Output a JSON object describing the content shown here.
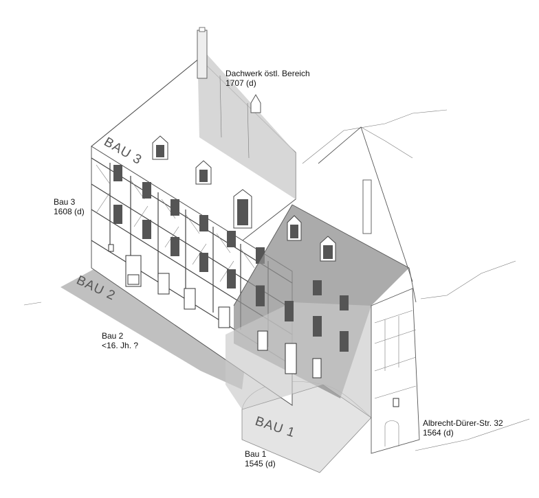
{
  "annotations": {
    "dachwerk": {
      "title": "Dachwerk östl. Bereich",
      "date": "1707 (d)"
    },
    "bau3": {
      "title": "Bau 3",
      "date": "1608 (d)"
    },
    "bau2": {
      "title": "Bau 2",
      "date": "<16. Jh. ?"
    },
    "bau1": {
      "title": "Bau 1",
      "date": "1545 (d)"
    },
    "albrecht": {
      "title": "Albrecht-Dürer-Str. 32",
      "date": "1564 (d)"
    }
  },
  "zones": {
    "bau3": "BAU 3",
    "bau2": "BAU 2",
    "bau1": "BAU 1"
  },
  "colors": {
    "shade_dark": "#9e9e9e",
    "shade_mid": "#b9b9b9",
    "shade_light": "#d8d8d8",
    "line": "#555555"
  }
}
